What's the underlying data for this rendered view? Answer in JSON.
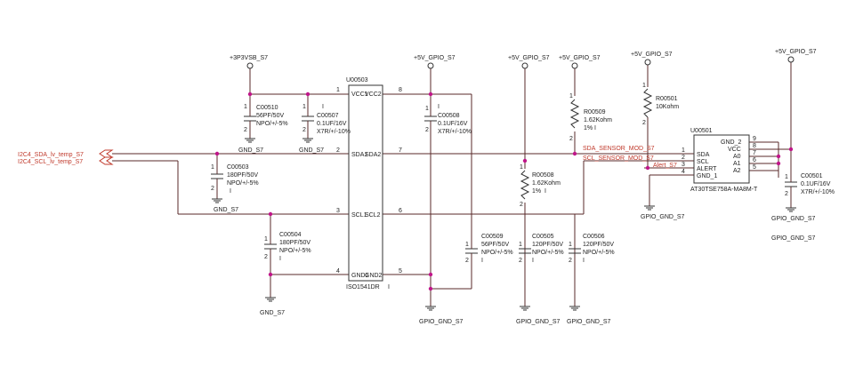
{
  "colors": {
    "wire": "#5a2a2a",
    "net_label": "#c0392b",
    "junction": "#c0168a"
  },
  "ports": {
    "sda": "I2C4_SDA_lv_temp_S7",
    "scl": "I2C4_SCL_lv_temp_S7"
  },
  "rails": {
    "p3v3": "+3P3VSB_S7",
    "p5v_a": "+5V_GPIO_S7",
    "p5v_b": "+5V_GPIO_S7",
    "p5v_c": "+5V_GPIO_S7",
    "p5v_d": "+5V_GPIO_S7",
    "p5v_e": "+5V_GPIO_S7"
  },
  "grounds": {
    "g1": "GND_S7",
    "g2": "GND_S7",
    "g3": "GND_S7",
    "g4": "GND_S7",
    "gp1": "GPIO_GND_S7",
    "gp2": "GPIO_GND_S7",
    "gp3": "GPIO_GND_S7",
    "gp4": "GPIO_GND_S7",
    "gp5": "GPIO_GND_S7"
  },
  "iso": {
    "refdes": "U00503",
    "part": "ISO1541DR",
    "part_suffix": "I",
    "pins": {
      "vcc1": "VCC1",
      "sda1": "SDA1",
      "scl1": "SCL1",
      "gnd1": "GND1",
      "vcc2": "VCC2",
      "sda2": "SDA2",
      "scl2": "SCL2",
      "gnd2": "GND2"
    },
    "nums": {
      "vcc1": "1",
      "sda1": "2",
      "scl1": "3",
      "gnd1": "4",
      "vcc2": "8",
      "sda2": "7",
      "scl2": "6",
      "gnd2": "5"
    }
  },
  "sensor": {
    "refdes": "U00501",
    "part": "AT30TSE758A-MA8M-T",
    "pins": {
      "sda": "SDA",
      "scl": "SCL",
      "alert": "ALERT",
      "gnd1": "GND_1",
      "gnd2": "GND_2",
      "vcc": "VCC",
      "a0": "A0",
      "a1": "A1",
      "a2": "A2"
    },
    "nums": {
      "sda": "1",
      "scl": "2",
      "alert": "3",
      "gnd1": "4",
      "gnd2": "9",
      "vcc": "8",
      "a0": "7",
      "a1": "6",
      "a2": "5"
    }
  },
  "nets": {
    "sda_mod": "SDA_SENSOR_MOD_S7",
    "scl_mod": "SCL_SENSOR_MOD_S7",
    "alert": "Alert_S7"
  },
  "capacitors": {
    "c510": {
      "ref": "C00510",
      "v1": "56PF/50V",
      "v2": "NPO/+/-5%",
      "pin1": "1",
      "pin2": "2"
    },
    "c507": {
      "ref": "C00507",
      "v1": "0.1UF/16V",
      "v2": "X7R/+/-10%",
      "mark": "I",
      "pin1": "1",
      "pin2": "2"
    },
    "c503": {
      "ref": "C00503",
      "v1": "180PF/50V",
      "v2": "NPO/+/-5%",
      "mark": "I",
      "pin1": "1",
      "pin2": "2"
    },
    "c504": {
      "ref": "C00504",
      "v1": "180PF/50V",
      "v2": "NPO/+/-5%",
      "mark": "I",
      "pin1": "1",
      "pin2": "2"
    },
    "c508": {
      "ref": "C00508",
      "v1": "0.1UF/16V",
      "v2": "X7R/+/-10%",
      "mark": "I",
      "pin1": "1",
      "pin2": "2"
    },
    "c509": {
      "ref": "C00509",
      "v1": "56PF/50V",
      "v2": "NPO/+/-5%",
      "mark": "I",
      "pin1": "1",
      "pin2": "2"
    },
    "c505": {
      "ref": "C00505",
      "v1": "120PF/50V",
      "v2": "NPO/+/-5%",
      "mark": "I",
      "pin1": "1",
      "pin2": "2"
    },
    "c506": {
      "ref": "C00506",
      "v1": "120PF/50V",
      "v2": "NPO/+/-5%",
      "mark": "I",
      "pin1": "1",
      "pin2": "2"
    },
    "c501": {
      "ref": "C00501",
      "v1": "0.1UF/16V",
      "v2": "X7R/+/-10%",
      "pin1": "1",
      "pin2": "2"
    }
  },
  "resistors": {
    "r509": {
      "ref": "R00509",
      "v1": "1.62Kohm",
      "v2": "1%",
      "mark": "I",
      "pin1": "1",
      "pin2": "2"
    },
    "r508": {
      "ref": "R00508",
      "v1": "1.62Kohm",
      "v2": "1%",
      "mark": "I",
      "pin1": "1",
      "pin2": "2"
    },
    "r501": {
      "ref": "R00501",
      "v1": "10Kohm",
      "pin1": "1",
      "pin2": "2"
    }
  }
}
